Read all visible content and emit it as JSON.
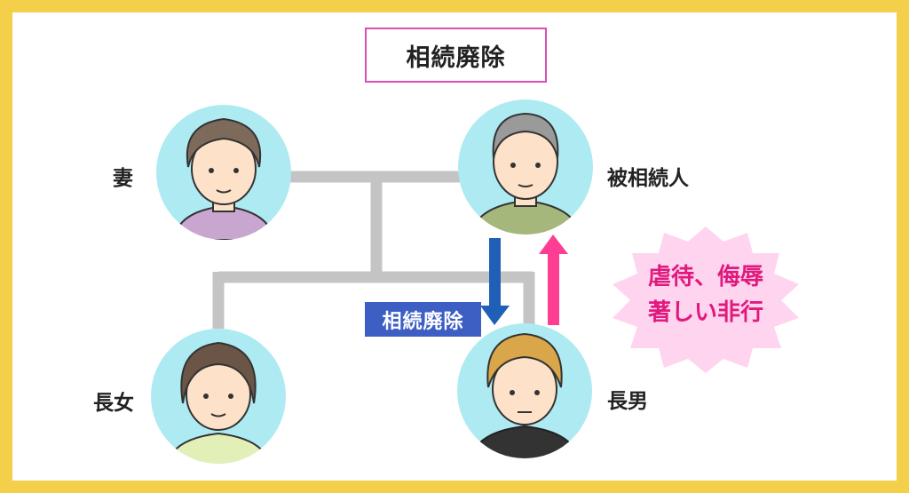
{
  "title": "相続廃除",
  "people": {
    "wife": "妻",
    "decedent": "被相続人",
    "eldest_daughter": "長女",
    "eldest_son": "長男"
  },
  "disinheritance_tag": "相続廃除",
  "reason": {
    "line1": "虐待、侮辱",
    "line2": "著しい非行"
  },
  "colors": {
    "border": "#f3cf4a",
    "title_border": "#d94fb3",
    "avatar_bg": "#aeeaf2",
    "connector": "#c4c4c4",
    "down_arrow": "#1f5fb5",
    "up_arrow": "#ff3e93",
    "tag_bg": "#3d5fc4",
    "burst_fill": "#ffd4ef",
    "reason_text": "#e0197d"
  }
}
